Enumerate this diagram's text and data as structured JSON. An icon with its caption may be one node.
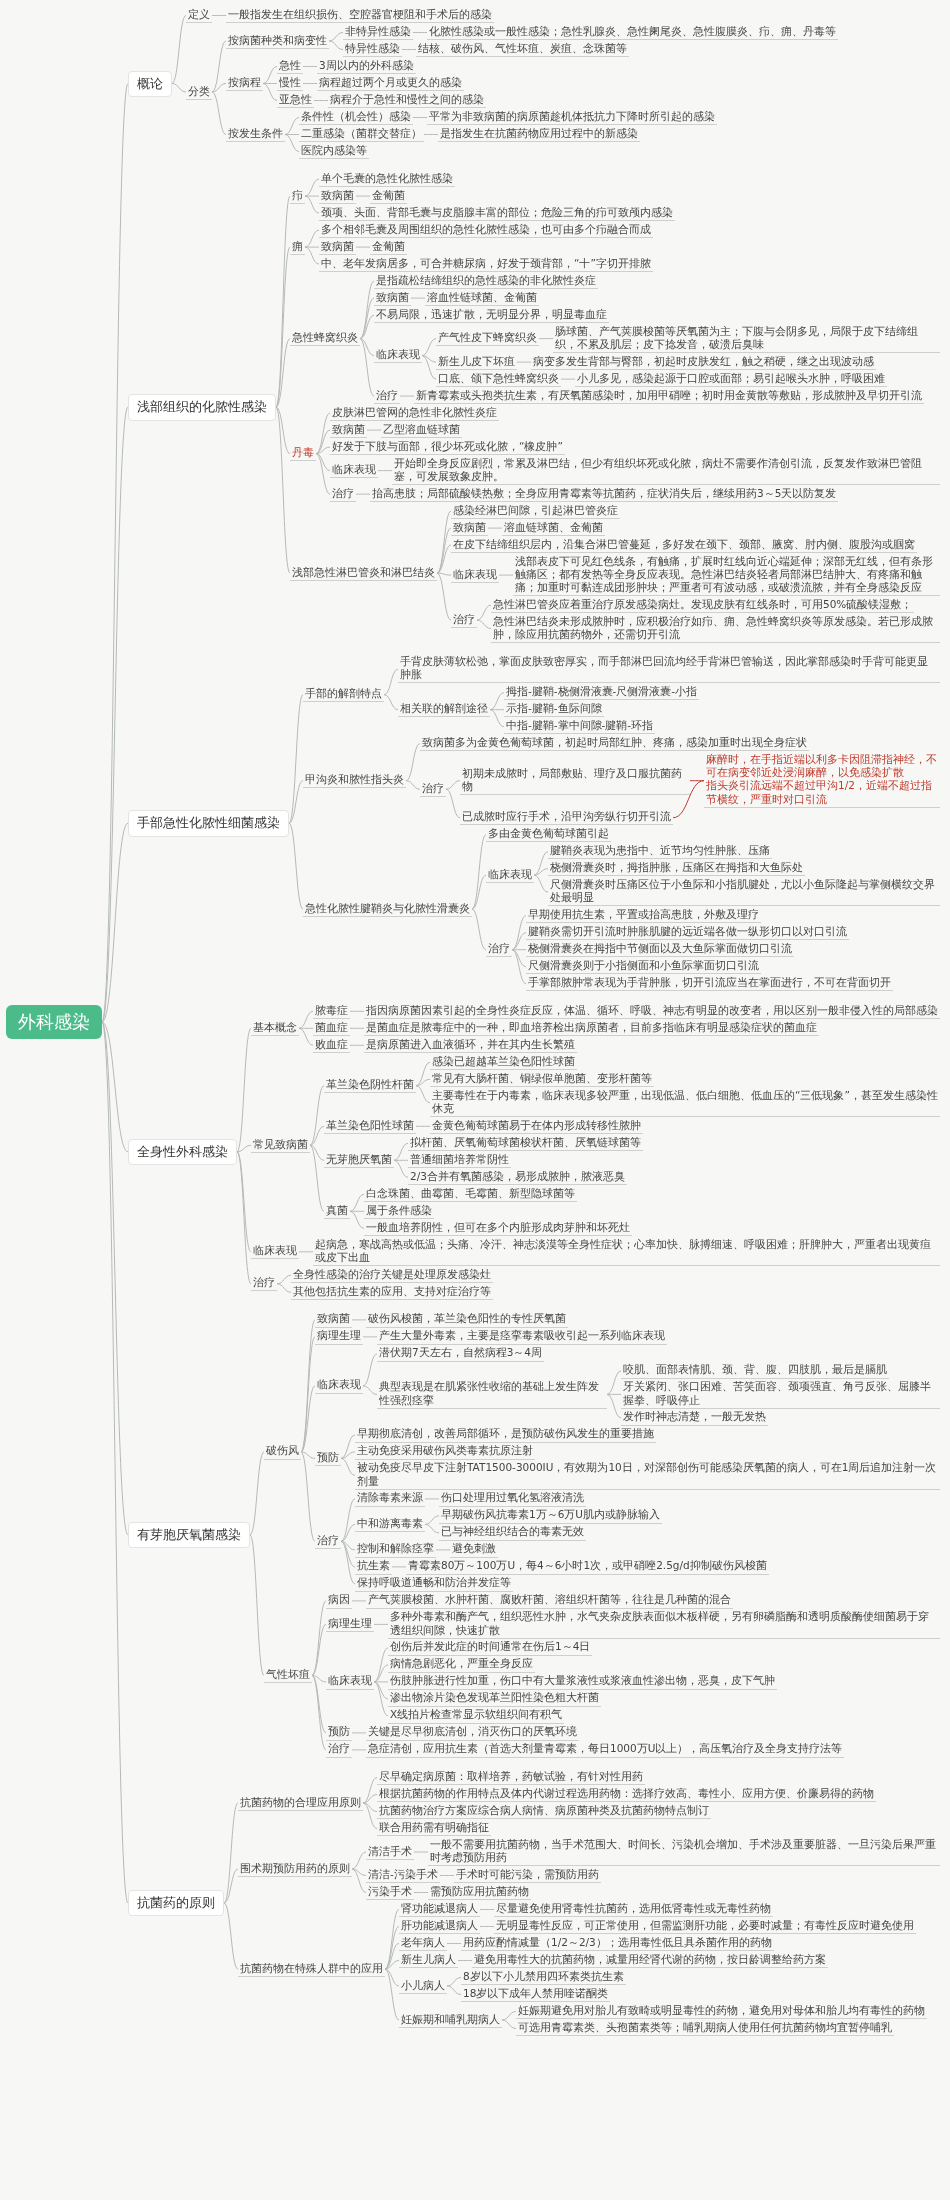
{
  "diagram": {
    "nodes": [
      {
        "text": [
          "外科感染"
        ]
      },
      {
        "text": [
          "概论"
        ]
      },
      {
        "text": [
          "定义"
        ]
      },
      {
        "text": [
          "一般指发生在组织损伤、空腔器官梗阻和手术后的感染"
        ]
      },
      {
        "text": [
          "分类"
        ]
      },
      {
        "text": [
          "按病菌种类和病变性"
        ]
      },
      {
        "text": [
          "非特异性感染"
        ]
      },
      {
        "text": [
          "化脓性感染或一般性感染；急性乳腺炎、急性阑尾炎、急性腹膜炎、疖、痈、丹毒等"
        ]
      },
      {
        "text": [
          "特异性感染"
        ]
      },
      {
        "text": [
          "结核、破伤风、气性坏疽、炭疽、念珠菌等"
        ]
      },
      {
        "text": [
          "按病程"
        ]
      },
      {
        "text": [
          "急性"
        ]
      },
      {
        "text": [
          "3周以内的外科感染"
        ]
      },
      {
        "text": [
          "慢性"
        ]
      },
      {
        "text": [
          "病程超过两个月或更久的感染"
        ]
      },
      {
        "text": [
          "亚急性"
        ]
      },
      {
        "text": [
          "病程介于急性和慢性之间的感染"
        ]
      },
      {
        "text": [
          "按发生条件"
        ]
      },
      {
        "text": [
          "条件性（机会性）感染"
        ]
      },
      {
        "text": [
          "平常为非致病菌的病原菌趁机体抵抗力下降时所引起的感染"
        ]
      },
      {
        "text": [
          "二重感染（菌群交替症）"
        ]
      },
      {
        "text": [
          "是指发生在抗菌药物应用过程中的新感染"
        ]
      },
      {
        "text": [
          "医院内感染等"
        ]
      },
      {
        "text": [
          "浅部组织的化脓性感染"
        ]
      },
      {
        "text": [
          "疖"
        ]
      },
      {
        "text": [
          "单个毛囊的急性化脓性感染"
        ]
      },
      {
        "text": [
          "致病菌"
        ]
      },
      {
        "text": [
          "金葡菌"
        ]
      },
      {
        "text": [
          "颈项、头面、背部毛囊与皮脂腺丰富的部位；危险三角的疖可致颅内感染"
        ]
      },
      {
        "text": [
          "痈"
        ]
      },
      {
        "text": [
          "多个相邻毛囊及周围组织的急性化脓性感染，也可由多个疖融合而成"
        ]
      },
      {
        "text": [
          "致病菌"
        ]
      },
      {
        "text": [
          "金葡菌"
        ]
      },
      {
        "text": [
          "中、老年发病居多，可合并糖尿病，好发于颈背部，“十”字切开排脓"
        ]
      },
      {
        "text": [
          "急性蜂窝织炎"
        ]
      },
      {
        "text": [
          "是指疏松结缔组织的急性感染的非化脓性炎症"
        ]
      },
      {
        "text": [
          "致病菌"
        ]
      },
      {
        "text": [
          "溶血性链球菌、金葡菌"
        ]
      },
      {
        "text": [
          "不易局限，迅速扩散，无明显分界，明显毒血症"
        ]
      },
      {
        "text": [
          "临床表现"
        ]
      },
      {
        "text": [
          "产气性皮下蜂窝织炎"
        ]
      },
      {
        "text": [
          "肠球菌、产气荚膜梭菌等厌氧菌为主；下腹与会阴多见，局限于皮下结缔组织，不累及肌层；皮下捻发音，破溃后臭味"
        ]
      },
      {
        "text": [
          "新生儿皮下坏疽"
        ]
      },
      {
        "text": [
          "病变多发生背部与臀部，初起时皮肤发红，触之稍硬，继之出现波动感"
        ]
      },
      {
        "text": [
          "口底、颌下急性蜂窝织炎"
        ]
      },
      {
        "text": [
          "小儿多见，感染起源于口腔或面部；易引起喉头水肿，呼吸困难"
        ]
      },
      {
        "text": [
          "治疗"
        ]
      },
      {
        "text": [
          "新青霉素或头孢类抗生素，有厌氧菌感染时，加用甲硝唑；初时用金黄散等敷贴，形成脓肿及早切开引流"
        ]
      },
      {
        "text": [
          "丹毒"
        ]
      },
      {
        "text": [
          "皮肤淋巴管网的急性非化脓性炎症"
        ]
      },
      {
        "text": [
          "致病菌"
        ]
      },
      {
        "text": [
          "乙型溶血链球菌"
        ]
      },
      {
        "text": [
          "好发于下肢与面部，很少坏死或化脓，“橡皮肿”"
        ]
      },
      {
        "text": [
          "临床表现"
        ]
      },
      {
        "text": [
          "开始即全身反应剧烈，常累及淋巴结，但少有组织坏死或化脓，病灶不需要作清创引流，反复发作致淋巴管阻塞，可发展致象皮肿。"
        ]
      },
      {
        "text": [
          "治疗"
        ]
      },
      {
        "text": [
          "抬高患肢；局部硫酸镁热敷；全身应用青霉素等抗菌药，症状消失后，继续用药3～5天以防复发"
        ]
      },
      {
        "text": [
          "浅部急性淋巴管炎和淋巴结炎"
        ]
      },
      {
        "text": [
          "感染经淋巴间隙，引起淋巴管炎症"
        ]
      },
      {
        "text": [
          "致病菌"
        ]
      },
      {
        "text": [
          "溶血链球菌、金葡菌"
        ]
      },
      {
        "text": [
          "在皮下结缔组织层内，沿集合淋巴管蔓延，多好发在颈下、颈部、腋窝、肘内侧、腹股沟或腘窝"
        ]
      },
      {
        "text": [
          "临床表现"
        ]
      },
      {
        "text": [
          "浅部表皮下可见红色线条，有触痛，扩展时红线向近心端延伸；深部无红线，但有条形触痛区；都有发热等全身反应表现。急性淋巴结炎轻者局部淋巴结肿大、有疼痛和触痛；加重时可黏连成团形肿块；严重者可有波动感，或破溃流脓，并有全身感染反应"
        ]
      },
      {
        "text": [
          "治疗"
        ]
      },
      {
        "text": [
          "急性淋巴管炎应着重治疗原发感染病灶。发现皮肤有红线条时，可用50%硫酸镁湿敷；"
        ]
      },
      {
        "text": [
          "急性淋巴结炎未形成脓肿时，应积极治疗如疖、痈、急性蜂窝织炎等原发感染。若已形成脓肿，除应用抗菌药物外，还需切开引流"
        ]
      },
      {
        "text": [
          "手部急性化脓性细菌感染"
        ]
      },
      {
        "text": [
          "手部的解剖特点"
        ]
      },
      {
        "text": [
          "手背皮肤薄软松弛，掌面皮肤致密厚实，而手部淋巴回流均经手背淋巴管输送，因此掌部感染时手背可能更显肿胀"
        ]
      },
      {
        "text": [
          "相关联的解剖途径"
        ]
      },
      {
        "text": [
          "拇指-腱鞘-桡侧滑液囊-尺侧滑液囊-小指"
        ]
      },
      {
        "text": [
          "示指-腱鞘-鱼际间隙"
        ]
      },
      {
        "text": [
          "中指-腱鞘-掌中间隙-腱鞘-环指"
        ]
      },
      {
        "text": [
          "甲沟炎和脓性指头炎"
        ]
      },
      {
        "text": [
          "致病菌多为金黄色葡萄球菌，初起时局部红肿、疼痛，感染加重时出现全身症状"
        ]
      },
      {
        "text": [
          "治疗"
        ]
      },
      {
        "text": [
          "初期未成脓时，局部敷贴、理疗及口服抗菌药物"
        ]
      },
      {
        "text": [
          "已成脓时应行手术，沿甲沟旁纵行切开引流"
        ]
      },
      {
        "text": [
          "麻醉时，在手指近端以利多卡因阻滞指神经，不可在病变邻近处浸润麻醉，以免感染扩散",
          "指头炎引流远端不超过甲沟1/2，近端不超过指节横纹，严重时对口引流"
        ]
      },
      {
        "text": [
          "急性化脓性腱鞘炎与化脓性滑囊炎"
        ]
      },
      {
        "text": [
          "多由金黄色葡萄球菌引起"
        ]
      },
      {
        "text": [
          "临床表现"
        ]
      },
      {
        "text": [
          "腱鞘炎表现为患指中、近节均匀性肿胀、压痛"
        ]
      },
      {
        "text": [
          "桡侧滑囊炎时，拇指肿胀，压痛区在拇指和大鱼际处"
        ]
      },
      {
        "text": [
          "尺侧滑囊炎时压痛区位于小鱼际和小指肌腱处，尤以小鱼际隆起与掌侧横纹交界处最明显"
        ]
      },
      {
        "text": [
          "治疗"
        ]
      },
      {
        "text": [
          "早期使用抗生素，平置或抬高患肢，外敷及理疗"
        ]
      },
      {
        "text": [
          "腱鞘炎需切开引流时肿胀肌腱的远近端各做一纵形切口以对口引流"
        ]
      },
      {
        "text": [
          "桡侧滑囊炎在拇指中节侧面以及大鱼际掌面做切口引流"
        ]
      },
      {
        "text": [
          "尺侧滑囊炎则于小指侧面和小鱼际掌面切口引流"
        ]
      },
      {
        "text": [
          "手掌部脓肿常表现为手背肿胀，切开引流应当在掌面进行，不可在背面切开"
        ]
      },
      {
        "text": [
          "全身性外科感染"
        ]
      },
      {
        "text": [
          "基本概念"
        ]
      },
      {
        "text": [
          "脓毒症"
        ]
      },
      {
        "text": [
          "指因病原菌因素引起的全身性炎症反应，体温、循环、呼吸、神志有明显的改变者，用以区别一般非侵入性的局部感染"
        ]
      },
      {
        "text": [
          "菌血症"
        ]
      },
      {
        "text": [
          "是菌血症是脓毒症中的一种，即血培养检出病原菌者，目前多指临床有明显感染症状的菌血症"
        ]
      },
      {
        "text": [
          "败血症"
        ]
      },
      {
        "text": [
          "是病原菌进入血液循环，并在其内生长繁殖"
        ]
      },
      {
        "text": [
          "常见致病菌"
        ]
      },
      {
        "text": [
          "革兰染色阴性杆菌"
        ]
      },
      {
        "text": [
          "感染已超越革兰染色阳性球菌"
        ]
      },
      {
        "text": [
          "常见有大肠杆菌、铜绿假单胞菌、变形杆菌等"
        ]
      },
      {
        "text": [
          "主要毒性在于内毒素，临床表现多较严重，出现低温、低白细胞、低血压的“三低现象”，甚至发生感染性休克"
        ]
      },
      {
        "text": [
          "革兰染色阳性球菌"
        ]
      },
      {
        "text": [
          "金黄色葡萄球菌易于在体内形成转移性脓肿"
        ]
      },
      {
        "text": [
          "无芽胞厌氧菌"
        ]
      },
      {
        "text": [
          "拟杆菌、厌氧葡萄球菌梭状杆菌、厌氧链球菌等"
        ]
      },
      {
        "text": [
          "普通细菌培养常阴性"
        ]
      },
      {
        "text": [
          "2/3合并有氧菌感染，易形成脓肿，脓液恶臭"
        ]
      },
      {
        "text": [
          "真菌"
        ]
      },
      {
        "text": [
          "白念珠菌、曲霉菌、毛霉菌、新型隐球菌等"
        ]
      },
      {
        "text": [
          "属于条件感染"
        ]
      },
      {
        "text": [
          "一般血培养阴性，但可在多个内脏形成肉芽肿和坏死灶"
        ]
      },
      {
        "text": [
          "临床表现"
        ]
      },
      {
        "text": [
          "起病急，寒战高热或低温；头痛、冷汗、神志淡漠等全身性症状；心率加快、脉搏细速、呼吸困难；肝脾肿大，严重者出现黄疸或皮下出血"
        ]
      },
      {
        "text": [
          "治疗"
        ]
      },
      {
        "text": [
          "全身性感染的治疗关键是处理原发感染灶"
        ]
      },
      {
        "text": [
          "其他包括抗生素的应用、支持对症治疗等"
        ]
      },
      {
        "text": [
          "有芽胞厌氧菌感染"
        ]
      },
      {
        "text": [
          "破伤风"
        ]
      },
      {
        "text": [
          "致病菌"
        ]
      },
      {
        "text": [
          "破伤风梭菌，革兰染色阳性的专性厌氧菌"
        ]
      },
      {
        "text": [
          "病理生理"
        ]
      },
      {
        "text": [
          "产生大量外毒素，主要是痉挛毒素吸收引起一系列临床表现"
        ]
      },
      {
        "text": [
          "临床表现"
        ]
      },
      {
        "text": [
          "潜伏期7天左右，自然病程3～4周"
        ]
      },
      {
        "text": [
          "典型表现是在肌紧张性收缩的基础上发生阵发性强烈痉挛"
        ]
      },
      {
        "text": [
          "咬肌、面部表情肌、颈、背、腹、四肢肌，最后是膈肌"
        ]
      },
      {
        "text": [
          "牙关紧闭、张口困难、苦笑面容、颈项强直、角弓反张、屈膝半握拳、呼吸停止"
        ]
      },
      {
        "text": [
          "发作时神志清楚，一般无发热"
        ]
      },
      {
        "text": [
          "预防"
        ]
      },
      {
        "text": [
          "早期彻底清创，改善局部循环，是预防破伤风发生的重要措施"
        ]
      },
      {
        "text": [
          "主动免疫采用破伤风类毒素抗原注射"
        ]
      },
      {
        "text": [
          "被动免疫尽早皮下注射TAT1500-3000IU，有效期为10日，对深部创伤可能感染厌氧菌的病人，可在1周后追加注射一次剂量"
        ]
      },
      {
        "text": [
          "治疗"
        ]
      },
      {
        "text": [
          "清除毒素来源"
        ]
      },
      {
        "text": [
          "伤口处理用过氧化氢溶液清洗"
        ]
      },
      {
        "text": [
          "中和游离毒素"
        ]
      },
      {
        "text": [
          "早期破伤风抗毒素1万～6万U肌内或静脉输入"
        ]
      },
      {
        "text": [
          "已与神经组织结合的毒素无效"
        ]
      },
      {
        "text": [
          "控制和解除痉挛"
        ]
      },
      {
        "text": [
          "避免刺激"
        ]
      },
      {
        "text": [
          "抗生素"
        ]
      },
      {
        "text": [
          "青霉素80万～100万U，每4～6小时1次，或甲硝唑2.5g/d抑制破伤风梭菌"
        ]
      },
      {
        "text": [
          "保持呼吸道通畅和防治并发症等"
        ]
      },
      {
        "text": [
          "气性坏疽"
        ]
      },
      {
        "text": [
          "病因"
        ]
      },
      {
        "text": [
          "产气荚膜梭菌、水肿杆菌、腐败杆菌、溶组织杆菌等，往往是几种菌的混合"
        ]
      },
      {
        "text": [
          "病理生理"
        ]
      },
      {
        "text": [
          "多种外毒素和酶产气，组织恶性水肿，水气夹杂皮肤表面似木板样硬，另有卵磷脂酶和透明质酸酶使细菌易于穿透组织间隙，快速扩散"
        ]
      },
      {
        "text": [
          "临床表现"
        ]
      },
      {
        "text": [
          "创伤后并发此症的时间通常在伤后1～4日"
        ]
      },
      {
        "text": [
          "病情急剧恶化，严重全身反应"
        ]
      },
      {
        "text": [
          "伤肢肿胀进行性加重，伤口中有大量浆液性或浆液血性渗出物，恶臭，皮下气肿"
        ]
      },
      {
        "text": [
          "渗出物涂片染色发现革兰阳性染色粗大杆菌"
        ]
      },
      {
        "text": [
          "X线拍片检查常显示软组织间有积气"
        ]
      },
      {
        "text": [
          "预防"
        ]
      },
      {
        "text": [
          "关键是尽早彻底清创，消灭伤口的厌氧环境"
        ]
      },
      {
        "text": [
          "治疗"
        ]
      },
      {
        "text": [
          "急症清创，应用抗生素（首选大剂量青霉素，每日1000万U以上），高压氧治疗及全身支持疗法等"
        ]
      },
      {
        "text": [
          "抗菌药的原则"
        ]
      },
      {
        "text": [
          "抗菌药物的合理应用原则"
        ]
      },
      {
        "text": [
          "尽早确定病原菌：取样培养，药敏试验，有针对性用药"
        ]
      },
      {
        "text": [
          "根据抗菌药物的作用特点及体内代谢过程选用药物：选择疗效高、毒性小、应用方便、价廉易得的药物"
        ]
      },
      {
        "text": [
          "抗菌药物治疗方案应综合病人病情、病原菌种类及抗菌药物特点制订"
        ]
      },
      {
        "text": [
          "联合用药需有明确指征"
        ]
      },
      {
        "text": [
          "围术期预防用药的原则"
        ]
      },
      {
        "text": [
          "清洁手术"
        ]
      },
      {
        "text": [
          "一般不需要用抗菌药物，当手术范围大、时间长、污染机会增加、手术涉及重要脏器、一旦污染后果严重时考虑预防用药"
        ]
      },
      {
        "text": [
          "清洁-污染手术"
        ]
      },
      {
        "text": [
          "手术时可能污染，需预防用药"
        ]
      },
      {
        "text": [
          "污染手术"
        ]
      },
      {
        "text": [
          "需预防应用抗菌药物"
        ]
      },
      {
        "text": [
          "抗菌药物在特殊人群中的应用"
        ]
      },
      {
        "text": [
          "肾功能减退病人"
        ]
      },
      {
        "text": [
          "尽量避免使用肾毒性抗菌药，选用低肾毒性或无毒性药物"
        ]
      },
      {
        "text": [
          "肝功能减退病人"
        ]
      },
      {
        "text": [
          "无明显毒性反应，可正常使用，但需监测肝功能，必要时减量；有毒性反应时避免使用"
        ]
      },
      {
        "text": [
          "老年病人"
        ]
      },
      {
        "text": [
          "用药应酌情减量（1/2～2/3）；选用毒性低且具杀菌作用的药物"
        ]
      },
      {
        "text": [
          "新生儿病人"
        ]
      },
      {
        "text": [
          "避免用毒性大的抗菌药物，减量用经肾代谢的药物，按日龄调整给药方案"
        ]
      },
      {
        "text": [
          "小儿病人"
        ]
      },
      {
        "text": [
          "8岁以下小儿禁用四环素类抗生素"
        ]
      },
      {
        "text": [
          "18岁以下成年人禁用喹诺酮类"
        ]
      },
      {
        "text": [
          "妊娠期和哺乳期病人"
        ]
      },
      {
        "text": [
          "妊娠期避免用对胎儿有致畸或明显毒性的药物，避免用对母体和胎儿均有毒性的药物"
        ]
      },
      {
        "text": [
          "可选用青霉素类、头孢菌素类等；哺乳期病人使用任何抗菌药物均宜暂停哺乳"
        ]
      }
    ],
    "edges": [
      {
        "from": 0,
        "to": 1,
        "arrow": "none"
      },
      {
        "from": 1,
        "to": 2,
        "arrow": "none"
      },
      {
        "from": 2,
        "to": 3,
        "arrow": "none"
      },
      {
        "from": 1,
        "to": 4,
        "arrow": "none"
      },
      {
        "from": 4,
        "to": 5,
        "arrow": "none"
      },
      {
        "from": 5,
        "to": 6,
        "arrow": "none"
      },
      {
        "from": 6,
        "to": 7,
        "arrow": "none"
      },
      {
        "from": 5,
        "to": 8,
        "arrow": "none"
      },
      {
        "from": 8,
        "to": 9,
        "arrow": "none"
      },
      {
        "from": 4,
        "to": 10,
        "arrow": "none"
      },
      {
        "from": 10,
        "to": 11,
        "arrow": "none"
      },
      {
        "from": 11,
        "to": 12,
        "arrow": "none"
      },
      {
        "from": 10,
        "to": 13,
        "arrow": "none"
      },
      {
        "from": 13,
        "to": 14,
        "arrow": "none"
      },
      {
        "from": 10,
        "to": 15,
        "arrow": "none"
      },
      {
        "from": 15,
        "to": 16,
        "arrow": "none"
      },
      {
        "from": 4,
        "to": 17,
        "arrow": "none"
      },
      {
        "from": 17,
        "to": 18,
        "arrow": "none"
      },
      {
        "from": 18,
        "to": 19,
        "arrow": "none"
      },
      {
        "from": 17,
        "to": 20,
        "arrow": "none"
      },
      {
        "from": 20,
        "to": 21,
        "arrow": "none"
      },
      {
        "from": 17,
        "to": 22,
        "arrow": "none"
      },
      {
        "from": 0,
        "to": 23,
        "arrow": "none"
      },
      {
        "from": 23,
        "to": 24,
        "arrow": "none"
      },
      {
        "from": 24,
        "to": 25,
        "arrow": "none"
      },
      {
        "from": 24,
        "to": 26,
        "arrow": "none"
      },
      {
        "from": 26,
        "to": 27,
        "arrow": "none"
      },
      {
        "from": 24,
        "to": 28,
        "arrow": "none"
      },
      {
        "from": 23,
        "to": 29,
        "arrow": "none"
      },
      {
        "from": 29,
        "to": 30,
        "arrow": "none"
      },
      {
        "from": 29,
        "to": 31,
        "arrow": "none"
      },
      {
        "from": 31,
        "to": 32,
        "arrow": "none"
      },
      {
        "from": 29,
        "to": 33,
        "arrow": "none"
      },
      {
        "from": 23,
        "to": 34,
        "arrow": "none"
      },
      {
        "from": 34,
        "to": 35,
        "arrow": "none"
      },
      {
        "from": 34,
        "to": 36,
        "arrow": "none"
      },
      {
        "from": 36,
        "to": 37,
        "arrow": "none"
      },
      {
        "from": 34,
        "to": 38,
        "arrow": "none"
      },
      {
        "from": 34,
        "to": 39,
        "arrow": "none"
      },
      {
        "from": 39,
        "to": 40,
        "arrow": "none"
      },
      {
        "from": 40,
        "to": 41,
        "arrow": "none"
      },
      {
        "from": 39,
        "to": 42,
        "arrow": "none"
      },
      {
        "from": 42,
        "to": 43,
        "arrow": "none"
      },
      {
        "from": 39,
        "to": 44,
        "arrow": "none"
      },
      {
        "from": 44,
        "to": 45,
        "arrow": "none"
      },
      {
        "from": 34,
        "to": 46,
        "arrow": "none"
      },
      {
        "from": 46,
        "to": 47,
        "arrow": "none"
      },
      {
        "from": 23,
        "to": 48,
        "arrow": "none"
      },
      {
        "from": 48,
        "to": 49,
        "arrow": "none"
      },
      {
        "from": 48,
        "to": 50,
        "arrow": "none"
      },
      {
        "from": 50,
        "to": 51,
        "arrow": "none"
      },
      {
        "from": 48,
        "to": 52,
        "arrow": "none"
      },
      {
        "from": 48,
        "to": 53,
        "arrow": "none"
      },
      {
        "from": 53,
        "to": 54,
        "arrow": "none"
      },
      {
        "from": 48,
        "to": 55,
        "arrow": "none"
      },
      {
        "from": 55,
        "to": 56,
        "arrow": "none"
      },
      {
        "from": 23,
        "to": 57,
        "arrow": "none"
      },
      {
        "from": 57,
        "to": 58,
        "arrow": "none"
      },
      {
        "from": 57,
        "to": 59,
        "arrow": "none"
      },
      {
        "from": 59,
        "to": 60,
        "arrow": "none"
      },
      {
        "from": 57,
        "to": 61,
        "arrow": "none"
      },
      {
        "from": 57,
        "to": 62,
        "arrow": "none"
      },
      {
        "from": 62,
        "to": 63,
        "arrow": "none"
      },
      {
        "from": 57,
        "to": 64,
        "arrow": "none"
      },
      {
        "from": 64,
        "to": 65,
        "arrow": "none"
      },
      {
        "from": 64,
        "to": 66,
        "arrow": "none"
      },
      {
        "from": 0,
        "to": 67,
        "arrow": "none"
      },
      {
        "from": 67,
        "to": 68,
        "arrow": "none"
      },
      {
        "from": 68,
        "to": 69,
        "arrow": "none"
      },
      {
        "from": 68,
        "to": 70,
        "arrow": "none"
      },
      {
        "from": 70,
        "to": 71,
        "arrow": "none"
      },
      {
        "from": 70,
        "to": 72,
        "arrow": "none"
      },
      {
        "from": 70,
        "to": 73,
        "arrow": "none"
      },
      {
        "from": 67,
        "to": 74,
        "arrow": "none"
      },
      {
        "from": 74,
        "to": 75,
        "arrow": "none"
      },
      {
        "from": 74,
        "to": 76,
        "arrow": "none"
      },
      {
        "from": 76,
        "to": 77,
        "arrow": "none"
      },
      {
        "from": 76,
        "to": 78,
        "arrow": "none"
      },
      {
        "from": 77,
        "to": 79,
        "arrow": "none",
        "color": "#c0392b"
      },
      {
        "from": 78,
        "to": 79,
        "arrow": "none",
        "color": "#c0392b"
      },
      {
        "from": 67,
        "to": 80,
        "arrow": "none"
      },
      {
        "from": 80,
        "to": 81,
        "arrow": "none"
      },
      {
        "from": 80,
        "to": 82,
        "arrow": "none"
      },
      {
        "from": 82,
        "to": 83,
        "arrow": "none"
      },
      {
        "from": 82,
        "to": 84,
        "arrow": "none"
      },
      {
        "from": 82,
        "to": 85,
        "arrow": "none"
      },
      {
        "from": 80,
        "to": 86,
        "arrow": "none"
      },
      {
        "from": 86,
        "to": 87,
        "arrow": "none"
      },
      {
        "from": 86,
        "to": 88,
        "arrow": "none"
      },
      {
        "from": 86,
        "to": 89,
        "arrow": "none"
      },
      {
        "from": 86,
        "to": 90,
        "arrow": "none"
      },
      {
        "from": 86,
        "to": 91,
        "arrow": "none"
      },
      {
        "from": 0,
        "to": 92,
        "arrow": "none"
      },
      {
        "from": 92,
        "to": 93,
        "arrow": "none"
      },
      {
        "from": 93,
        "to": 94,
        "arrow": "none"
      },
      {
        "from": 94,
        "to": 95,
        "arrow": "none"
      },
      {
        "from": 93,
        "to": 96,
        "arrow": "none"
      },
      {
        "from": 96,
        "to": 97,
        "arrow": "none"
      },
      {
        "from": 93,
        "to": 98,
        "arrow": "none"
      },
      {
        "from": 98,
        "to": 99,
        "arrow": "none"
      },
      {
        "from": 92,
        "to": 100,
        "arrow": "none"
      },
      {
        "from": 100,
        "to": 101,
        "arrow": "none"
      },
      {
        "from": 101,
        "to": 102,
        "arrow": "none"
      },
      {
        "from": 101,
        "to": 103,
        "arrow": "none"
      },
      {
        "from": 101,
        "to": 104,
        "arrow": "none"
      },
      {
        "from": 100,
        "to": 105,
        "arrow": "none"
      },
      {
        "from": 105,
        "to": 106,
        "arrow": "none"
      },
      {
        "from": 100,
        "to": 107,
        "arrow": "none"
      },
      {
        "from": 107,
        "to": 108,
        "arrow": "none"
      },
      {
        "from": 107,
        "to": 109,
        "arrow": "none"
      },
      {
        "from": 107,
        "to": 110,
        "arrow": "none"
      },
      {
        "from": 100,
        "to": 111,
        "arrow": "none"
      },
      {
        "from": 111,
        "to": 112,
        "arrow": "none"
      },
      {
        "from": 111,
        "to": 113,
        "arrow": "none"
      },
      {
        "from": 111,
        "to": 114,
        "arrow": "none"
      },
      {
        "from": 92,
        "to": 115,
        "arrow": "none"
      },
      {
        "from": 115,
        "to": 116,
        "arrow": "none"
      },
      {
        "from": 92,
        "to": 117,
        "arrow": "none"
      },
      {
        "from": 117,
        "to": 118,
        "arrow": "none"
      },
      {
        "from": 117,
        "to": 119,
        "arrow": "none"
      },
      {
        "from": 0,
        "to": 120,
        "arrow": "none"
      },
      {
        "from": 120,
        "to": 121,
        "arrow": "none"
      },
      {
        "from": 121,
        "to": 122,
        "arrow": "none"
      },
      {
        "from": 122,
        "to": 123,
        "arrow": "none"
      },
      {
        "from": 121,
        "to": 124,
        "arrow": "none"
      },
      {
        "from": 124,
        "to": 125,
        "arrow": "none"
      },
      {
        "from": 121,
        "to": 126,
        "arrow": "none"
      },
      {
        "from": 126,
        "to": 127,
        "arrow": "none"
      },
      {
        "from": 126,
        "to": 128,
        "arrow": "none"
      },
      {
        "from": 128,
        "to": 129,
        "arrow": "none"
      },
      {
        "from": 128,
        "to": 130,
        "arrow": "none"
      },
      {
        "from": 128,
        "to": 131,
        "arrow": "none"
      },
      {
        "from": 121,
        "to": 132,
        "arrow": "none"
      },
      {
        "from": 132,
        "to": 133,
        "arrow": "none"
      },
      {
        "from": 132,
        "to": 134,
        "arrow": "none"
      },
      {
        "from": 132,
        "to": 135,
        "arrow": "none"
      },
      {
        "from": 121,
        "to": 136,
        "arrow": "none"
      },
      {
        "from": 136,
        "to": 137,
        "arrow": "none"
      },
      {
        "from": 137,
        "to": 138,
        "arrow": "none"
      },
      {
        "from": 136,
        "to": 139,
        "arrow": "none"
      },
      {
        "from": 139,
        "to": 140,
        "arrow": "none"
      },
      {
        "from": 139,
        "to": 141,
        "arrow": "none"
      },
      {
        "from": 136,
        "to": 142,
        "arrow": "none"
      },
      {
        "from": 142,
        "to": 143,
        "arrow": "none"
      },
      {
        "from": 136,
        "to": 144,
        "arrow": "none"
      },
      {
        "from": 144,
        "to": 145,
        "arrow": "none"
      },
      {
        "from": 136,
        "to": 146,
        "arrow": "none"
      },
      {
        "from": 120,
        "to": 147,
        "arrow": "none"
      },
      {
        "from": 147,
        "to": 148,
        "arrow": "none"
      },
      {
        "from": 148,
        "to": 149,
        "arrow": "none"
      },
      {
        "from": 147,
        "to": 150,
        "arrow": "none"
      },
      {
        "from": 150,
        "to": 151,
        "arrow": "none"
      },
      {
        "from": 147,
        "to": 152,
        "arrow": "none"
      },
      {
        "from": 152,
        "to": 153,
        "arrow": "none"
      },
      {
        "from": 152,
        "to": 154,
        "arrow": "none"
      },
      {
        "from": 152,
        "to": 155,
        "arrow": "none"
      },
      {
        "from": 152,
        "to": 156,
        "arrow": "none"
      },
      {
        "from": 152,
        "to": 157,
        "arrow": "none"
      },
      {
        "from": 147,
        "to": 158,
        "arrow": "none"
      },
      {
        "from": 158,
        "to": 159,
        "arrow": "none"
      },
      {
        "from": 147,
        "to": 160,
        "arrow": "none"
      },
      {
        "from": 160,
        "to": 161,
        "arrow": "none"
      },
      {
        "from": 0,
        "to": 162,
        "arrow": "none"
      },
      {
        "from": 162,
        "to": 163,
        "arrow": "none"
      },
      {
        "from": 163,
        "to": 164,
        "arrow": "none"
      },
      {
        "from": 163,
        "to": 165,
        "arrow": "none"
      },
      {
        "from": 163,
        "to": 166,
        "arrow": "none"
      },
      {
        "from": 163,
        "to": 167,
        "arrow": "none"
      },
      {
        "from": 162,
        "to": 168,
        "arrow": "none"
      },
      {
        "from": 168,
        "to": 169,
        "arrow": "none"
      },
      {
        "from": 169,
        "to": 170,
        "arrow": "none"
      },
      {
        "from": 168,
        "to": 171,
        "arrow": "none"
      },
      {
        "from": 171,
        "to": 172,
        "arrow": "none"
      },
      {
        "from": 168,
        "to": 173,
        "arrow": "none"
      },
      {
        "from": 173,
        "to": 174,
        "arrow": "none"
      },
      {
        "from": 162,
        "to": 175,
        "arrow": "none"
      },
      {
        "from": 175,
        "to": 176,
        "arrow": "none"
      },
      {
        "from": 176,
        "to": 177,
        "arrow": "none"
      },
      {
        "from": 175,
        "to": 178,
        "arrow": "none"
      },
      {
        "from": 178,
        "to": 179,
        "arrow": "none"
      },
      {
        "from": 175,
        "to": 180,
        "arrow": "none"
      },
      {
        "from": 180,
        "to": 181,
        "arrow": "none"
      },
      {
        "from": 175,
        "to": 182,
        "arrow": "none"
      },
      {
        "from": 182,
        "to": 183,
        "arrow": "none"
      },
      {
        "from": 175,
        "to": 184,
        "arrow": "none"
      },
      {
        "from": 184,
        "to": 185,
        "arrow": "none"
      },
      {
        "from": 184,
        "to": 186,
        "arrow": "none"
      },
      {
        "from": 175,
        "to": 187,
        "arrow": "none"
      },
      {
        "from": 187,
        "to": 188,
        "arrow": "none"
      },
      {
        "from": 187,
        "to": 189,
        "arrow": "none"
      }
    ]
  }
}
